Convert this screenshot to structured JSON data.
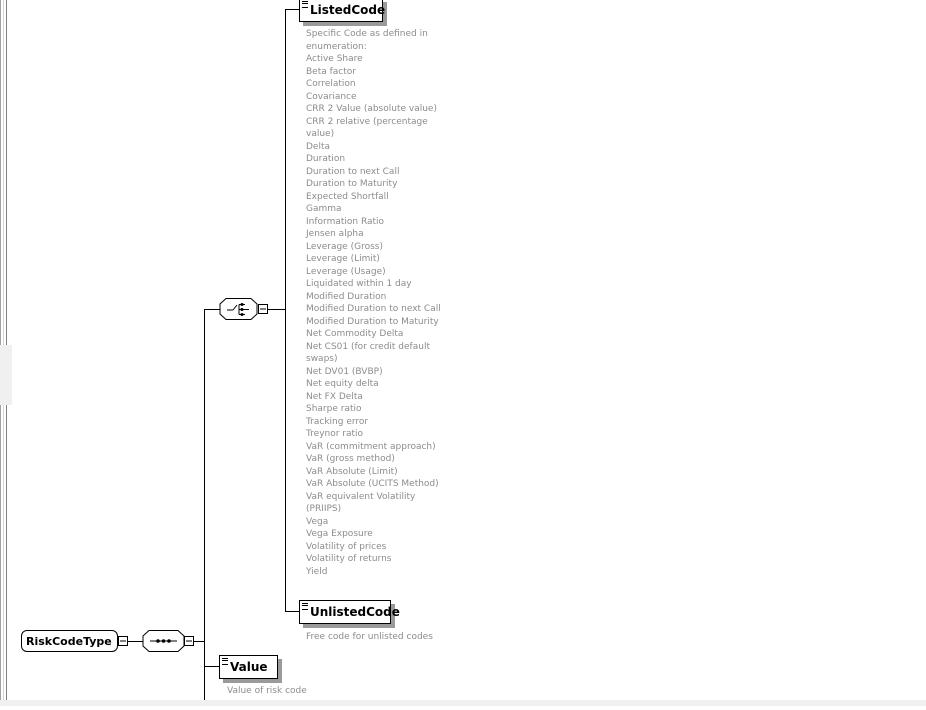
{
  "diagram": {
    "root": {
      "label": "RiskCodeType"
    },
    "sequence": {
      "icon": "sequence-compositor-icon"
    },
    "choice": {
      "icon": "choice-compositor-icon"
    },
    "elements": {
      "listed_code": {
        "label": "ListedCode",
        "doc_lines": [
          "Specific Code as defined in",
          "enumeration:",
          "Active Share",
          "Beta factor",
          "Correlation",
          "Covariance",
          "CRR 2 Value (absolute value)",
          "CRR 2 relative (percentage",
          "value)",
          "Delta",
          "Duration",
          "Duration to next Call",
          "Duration to Maturity",
          "Expected Shortfall",
          "Gamma",
          "Information Ratio",
          "Jensen alpha",
          "Leverage (Gross)",
          "Leverage (Limit)",
          "Leverage (Usage)",
          "Liquidated within 1 day",
          "Modified Duration",
          "Modified Duration to next Call",
          "Modified Duration to Maturity",
          "Net Commodity Delta",
          "Net CS01 (for credit default",
          "swaps)",
          "Net DV01 (BVBP)",
          "Net equity delta",
          "Net FX Delta",
          "Sharpe ratio",
          "Tracking error",
          "Treynor ratio",
          "VaR (commitment approach)",
          "VaR (gross method)",
          "VaR Absolute (Limit)",
          "VaR Absolute (UCITS Method)",
          "VaR equivalent Volatility",
          "(PRIIPS)",
          "Vega",
          "Vega Exposure",
          "Volatility of prices",
          "Volatility of returns",
          "Yield"
        ]
      },
      "unlisted_code": {
        "label": "UnlistedCode",
        "doc": "Free code for unlisted codes"
      },
      "value": {
        "label": "Value",
        "doc": "Value of risk code"
      }
    }
  }
}
